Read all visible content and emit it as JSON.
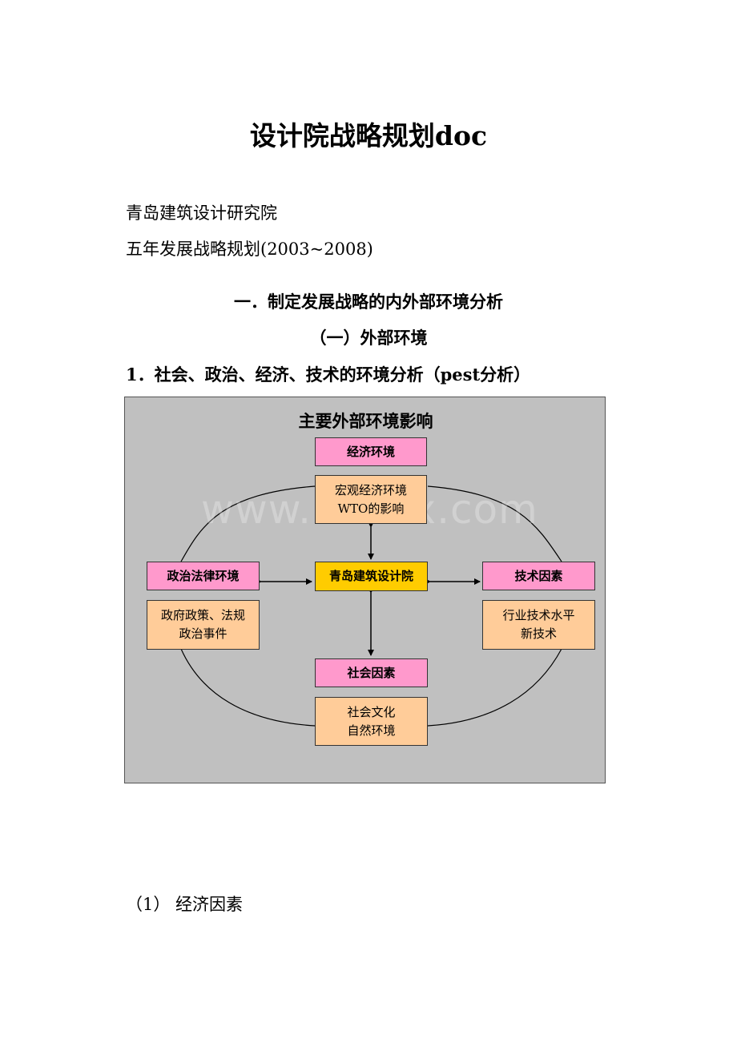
{
  "document": {
    "title": "设计院战略规划doc",
    "org": "青岛建筑设计研究院",
    "plan_title": "五年发展战略规划(2003~2008)",
    "section_1": "一．制定发展战略的内外部环境分析",
    "subsection_1": "（一）外部环境",
    "heading_1": "1．社会、政治、经济、技术的环境分析（pest分析）",
    "item_1": "（1） 经济因素"
  },
  "diagram": {
    "title": "主要外部环境影响",
    "watermark": "www.bdocx.com",
    "colors": {
      "background": "#c0c0c0",
      "factor_box": "#ff99cc",
      "detail_box": "#ffcc99",
      "center_box": "#ffcc00"
    },
    "center": "青岛建筑设计院",
    "economy": {
      "label": "经济环境",
      "detail": [
        "宏观经济环境",
        "WTO的影响"
      ]
    },
    "politics": {
      "label": "政治法律环境",
      "detail": [
        "政府政策、法规",
        "政治事件"
      ]
    },
    "technology": {
      "label": "技术因素",
      "detail": [
        "行业技术水平",
        "新技术"
      ]
    },
    "society": {
      "label": "社会因素",
      "detail": [
        "社会文化",
        "自然环境"
      ]
    }
  }
}
